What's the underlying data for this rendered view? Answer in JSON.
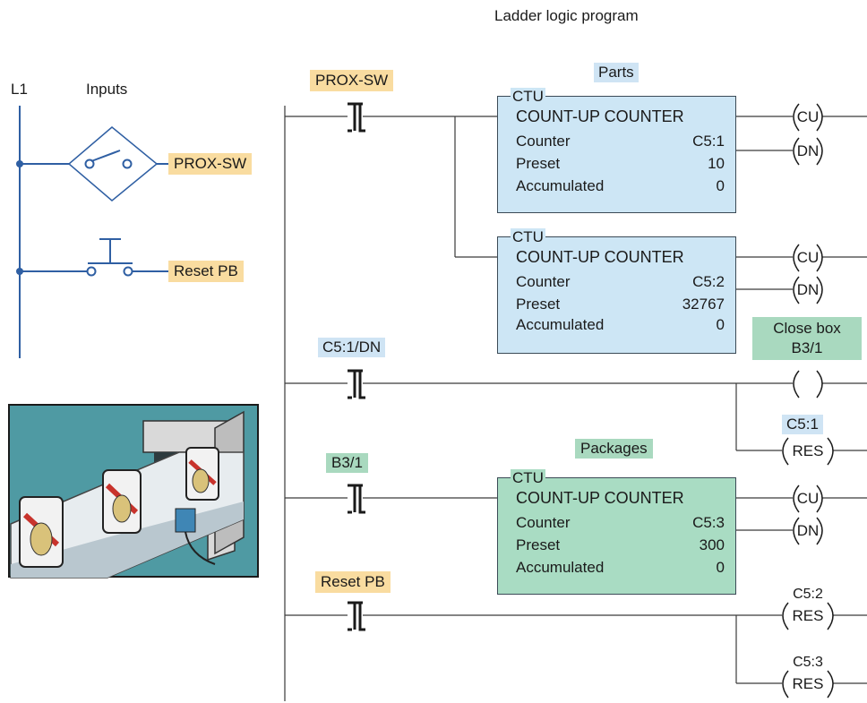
{
  "title": "Ladder logic program",
  "inputs": {
    "l1": "L1",
    "heading": "Inputs",
    "prox": "PROX-SW",
    "reset": "Reset PB"
  },
  "rung1": {
    "contact": "PROX-SW",
    "parts": "Parts",
    "ctu1": {
      "tag": "CTU",
      "title": "COUNT-UP COUNTER",
      "counter_label": "Counter",
      "counter": "C5:1",
      "preset_label": "Preset",
      "preset": "10",
      "acc_label": "Accumulated",
      "acc": "0"
    },
    "ctu2": {
      "tag": "CTU",
      "title": "COUNT-UP COUNTER",
      "counter_label": "Counter",
      "counter": "C5:2",
      "preset_label": "Preset",
      "preset": "32767",
      "acc_label": "Accumulated",
      "acc": "0"
    },
    "coil_cu": "CU",
    "coil_dn": "DN"
  },
  "rung2": {
    "contact": "C5:1/DN",
    "close_box": "Close box",
    "close_box_addr": "B3/1",
    "reset_addr": "C5:1",
    "res": "RES"
  },
  "rung3": {
    "contact": "B3/1",
    "packages": "Packages",
    "ctu3": {
      "tag": "CTU",
      "title": "COUNT-UP COUNTER",
      "counter_label": "Counter",
      "counter": "C5:3",
      "preset_label": "Preset",
      "preset": "300",
      "acc_label": "Accumulated",
      "acc": "0"
    }
  },
  "rung4": {
    "contact": "Reset PB",
    "res1_addr": "C5:2",
    "res2_addr": "C5:3",
    "res": "RES"
  },
  "colors": {
    "yellow_tag": "#f9dca0",
    "blue_tag": "#cfe4f4",
    "green_tag": "#a9d9bf",
    "wire": "#3a3a3a",
    "input_blue": "#2f5fa3"
  }
}
